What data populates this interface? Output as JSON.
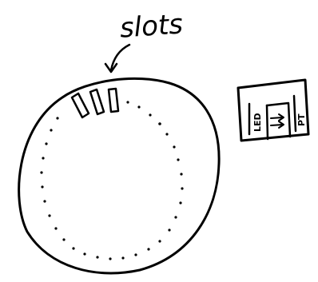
{
  "diagram": {
    "annotation": "slots",
    "sensor_labels": {
      "left": "LED",
      "right": "PT"
    },
    "colors": {
      "ink": "#000000",
      "background": "#ffffff"
    }
  }
}
